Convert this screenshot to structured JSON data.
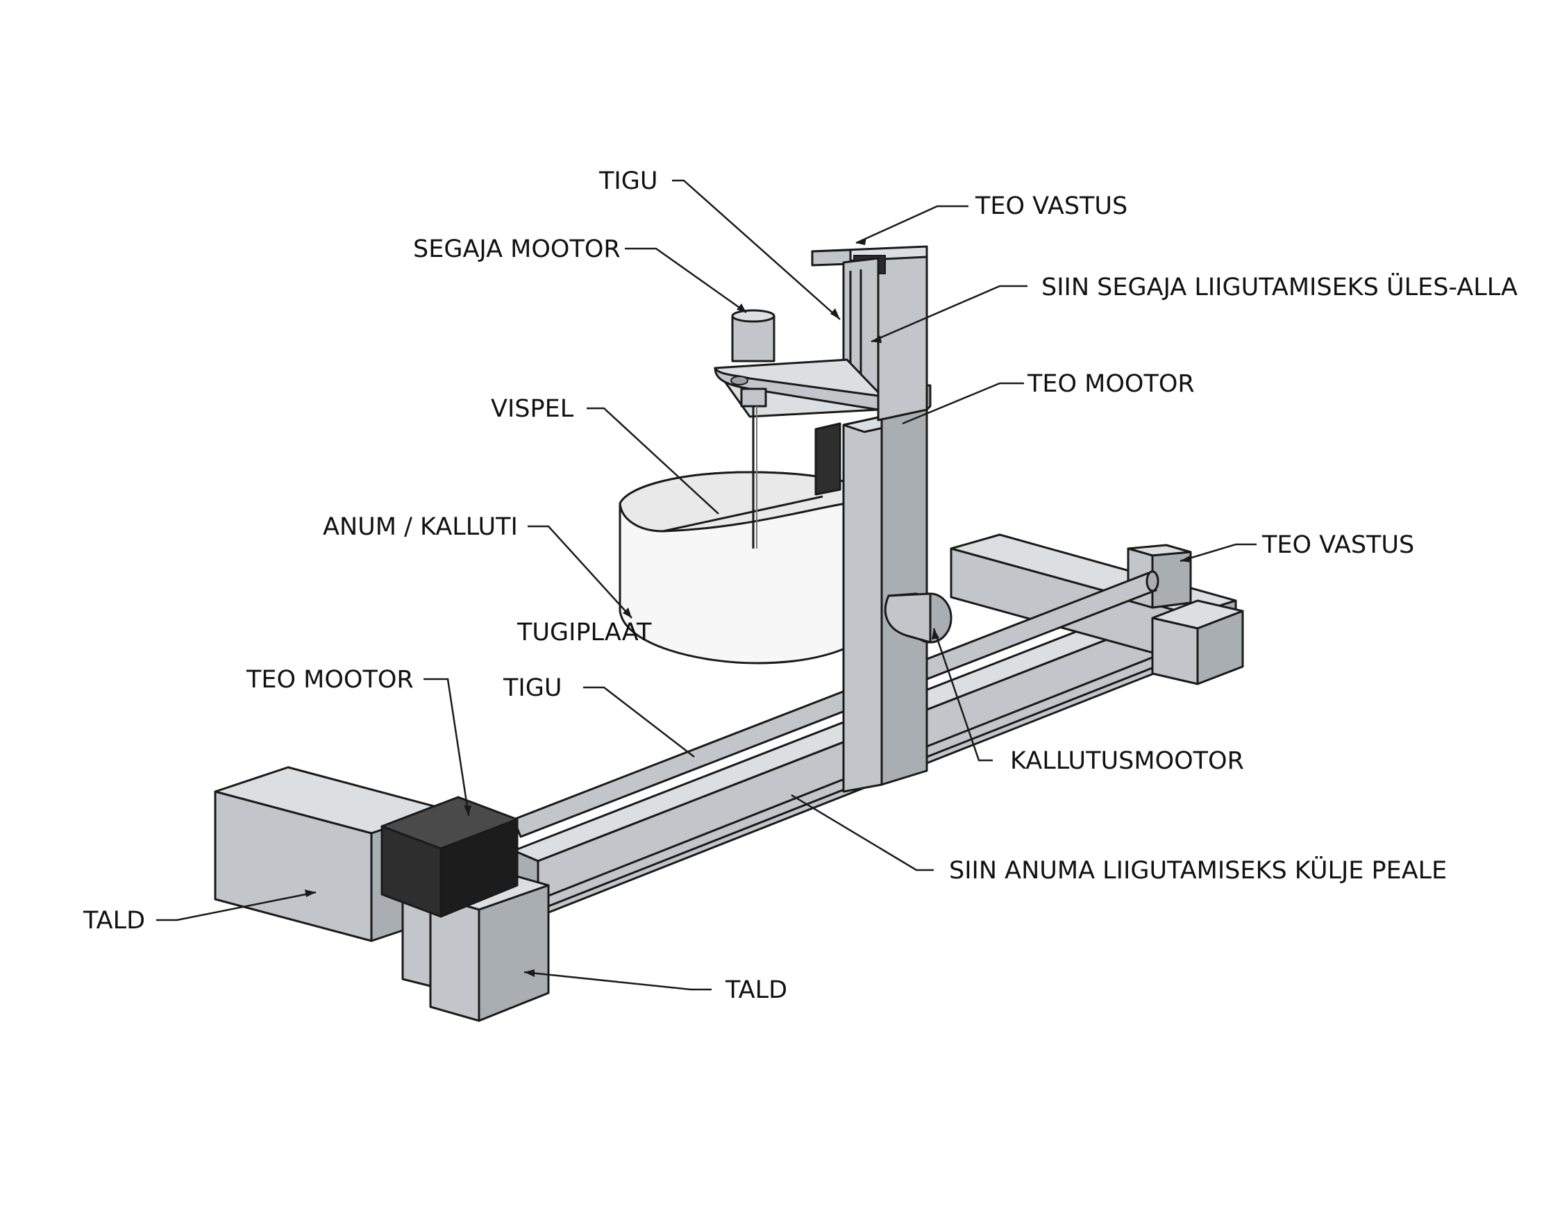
{
  "labels": {
    "tigu_top": "TIGU",
    "teo_vastus_top": "TEO VASTUS",
    "segaja_mootor": "SEGAJA MOOTOR",
    "siin_segaja": "SIIN SEGAJA LIIGUTAMISEKS ÜLES-ALLA",
    "teo_mootor_top": "TEO MOOTOR",
    "vispel": "VISPEL",
    "anum_kalluti": "ANUM / KALLUTI",
    "teo_vastus_right": "TEO VASTUS",
    "tugiplaat": "TUGIPLAAT",
    "teo_mootor_left": "TEO MOOTOR",
    "tigu_mid": "TIGU",
    "kallutusmootor": "KALLUTUSMOOTOR",
    "siin_anuma": "SIIN ANUMA LIIGUTAMISEKS KÜLJE PEALE",
    "tald_left": "TALD",
    "tald_bottom": "TALD"
  },
  "colors": {
    "metal": "#c2c6ca",
    "motor": "#2e2e2e",
    "bowl": "#f7f7f7"
  }
}
